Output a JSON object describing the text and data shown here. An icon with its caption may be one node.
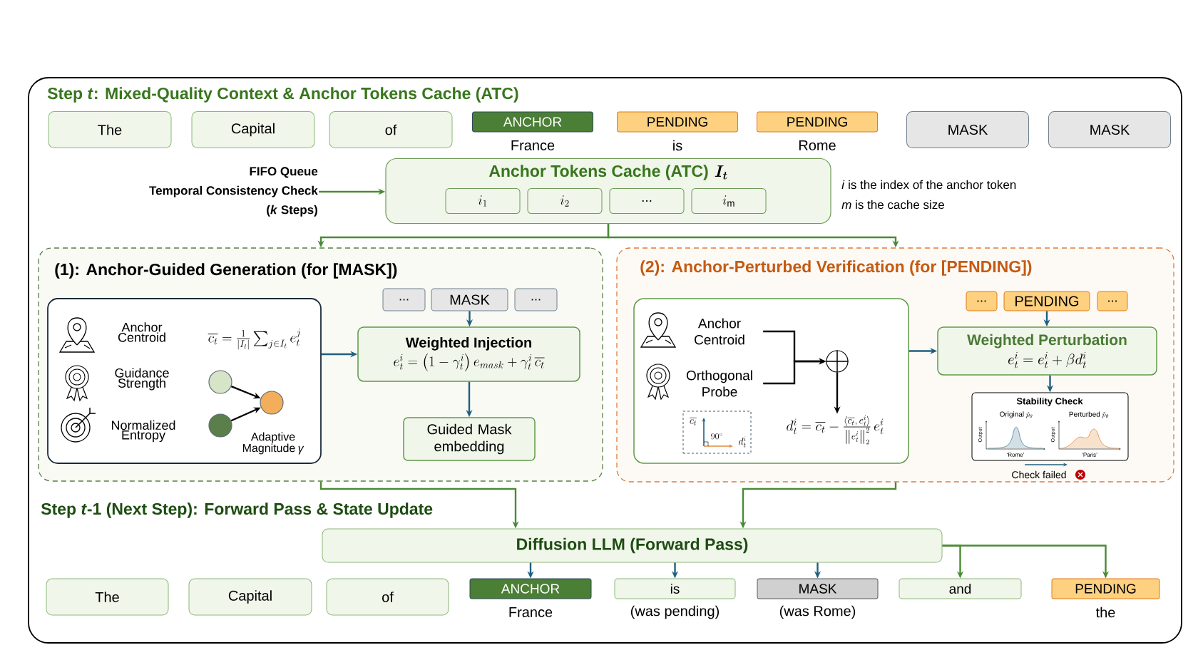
{
  "diagram": {
    "nodes": [
      {
        "text": [
          "The"
        ]
      },
      {
        "text": [
          "Capital"
        ]
      },
      {
        "text": [
          "of"
        ]
      },
      {
        "text": [
          "ANCHOR"
        ],
        "beside": [
          "France"
        ]
      },
      {
        "text": [
          "PENDING"
        ],
        "beside": [
          "is"
        ]
      },
      {
        "text": [
          "PENDING"
        ],
        "beside": [
          "Rome"
        ]
      },
      {
        "text": [
          "MASK"
        ]
      },
      {
        "text": [
          "MASK"
        ]
      },
      {
        "text": [
          "FIFO Queue",
          "Temporal Consistency Check",
          "(*k* Steps)"
        ]
      },
      {
        "text": [
          "Anchor Tokens Cache (ATC)",
          "\\boldsymbol{I_t}"
        ]
      },
      {
        "text": [
          "i_1"
        ],
        "in": 9
      },
      {
        "text": [
          "i_2"
        ],
        "in": 9
      },
      {
        "text": [
          "..."
        ],
        "in": 9
      },
      {
        "text": [
          "i_{\\mathrm{m}}"
        ],
        "in": 9
      },
      {
        "text": [
          "(1): Anchor-Guided Generation (for [MASK])"
        ]
      },
      {
        "text": [
          "Anchor Centroid",
          "\\overline{c_t}=\\frac{1}{|I_t|}\\sum_{j\\in I_t} e_t^j",
          "Guidance Strength",
          "Normalized Entropy",
          "Adaptive Magnitude *γ*"
        ],
        "in": 14
      },
      {
        "text": [],
        "shape": "circle",
        "in": 15
      },
      {
        "text": [],
        "shape": "circle",
        "in": 15
      },
      {
        "text": [],
        "shape": "circle",
        "in": 15
      },
      {
        "text": [
          "..."
        ],
        "in": 14
      },
      {
        "text": [
          "MASK"
        ],
        "in": 14
      },
      {
        "text": [
          "..."
        ],
        "in": 14
      },
      {
        "text": [
          "Weighted Injection",
          "e_t^i=\\left(1-\\gamma_t^i\\right)e_{mask}+\\gamma_t^i\\,\\overline{c_t}"
        ],
        "in": 14
      },
      {
        "text": [
          "Guided Mask embedding"
        ],
        "in": 14
      },
      {
        "text": [
          "(2): Anchor-Perturbed Verification (for [PENDING])"
        ]
      },
      {
        "text": [],
        "shape": "box",
        "in": 24
      },
      {
        "text": [
          "Anchor Centroid"
        ],
        "in": 25
      },
      {
        "text": [
          "Orthogonal Probe"
        ],
        "in": 25
      },
      {
        "text": [
          "\\overline{c_t}",
          "90^{\\circ}",
          "d_t^i"
        ],
        "in": 25
      },
      {
        "text": [],
        "shape": "circle",
        "in": 25
      },
      {
        "text": [
          "d_t^i=\\overline{c_t}-\\frac{\\langle\\overline{c_t},\\,e_t^i\\rangle}{\\left\\|e_t^i\\right\\|_2^2}\\,e_t^i"
        ],
        "in": 25
      },
      {
        "text": [
          "..."
        ],
        "in": 24
      },
      {
        "text": [
          "PENDING"
        ],
        "in": 24
      },
      {
        "text": [
          "..."
        ],
        "in": 24
      },
      {
        "text": [
          "Weighted Perturbation",
          "e_t^i=e_t^i+\\beta d_t^i"
        ],
        "in": 24
      },
      {
        "text": [
          "Stability Check",
          "\\mathrm{Original}\\ \\tilde{p}_{\\theta}",
          "Output",
          "‘Rome’",
          "\\mathrm{Perturbed}\\ \\tilde{p}_{\\theta}",
          "Output",
          "‘Paris’"
        ],
        "in": 24
      },
      {
        "text": [
          "Diffusion LLM (Forward Pass)"
        ]
      },
      {
        "text": [
          "The"
        ]
      },
      {
        "text": [
          "Capital"
        ]
      },
      {
        "text": [
          "of"
        ]
      },
      {
        "text": [
          "ANCHOR"
        ],
        "beside": [
          "France"
        ]
      },
      {
        "text": [
          "is"
        ],
        "beside": [
          "(was pending)"
        ]
      },
      {
        "text": [
          "MASK"
        ],
        "beside": [
          "(was Rome)"
        ]
      },
      {
        "text": [
          "and"
        ]
      },
      {
        "text": [
          "PENDING"
        ],
        "beside": [
          "the"
        ]
      }
    ],
    "edges": [
      {
        "from": 8,
        "to": 9,
        "arrow": "to",
        "color": "#4a8a35"
      },
      {
        "from": 9,
        "to": 14,
        "arrow": "to",
        "color": "#4a8a35"
      },
      {
        "from": 9,
        "to": 24,
        "arrow": "to",
        "color": "#4a8a35"
      },
      {
        "from": 16,
        "to": 18,
        "arrow": "to",
        "color": "#000000"
      },
      {
        "from": 17,
        "to": 18,
        "arrow": "to",
        "color": "#000000"
      },
      {
        "from": 20,
        "to": 22,
        "arrow": "to"
      },
      {
        "from": 15,
        "to": 22,
        "arrow": "to"
      },
      {
        "from": 22,
        "to": 23,
        "arrow": "to"
      },
      {
        "from": 26,
        "to": 29,
        "arrow": "to",
        "color": "#000000"
      },
      {
        "from": 27,
        "to": 29,
        "arrow": "to",
        "color": "#000000"
      },
      {
        "from": 29,
        "to": 30,
        "arrow": "to",
        "color": "#000000"
      },
      {
        "from": 32,
        "to": 34,
        "arrow": "to"
      },
      {
        "from": 25,
        "to": 34,
        "arrow": "to"
      },
      {
        "from": 34,
        "to": 35,
        "arrow": "to"
      },
      {
        "from": 14,
        "to": 36,
        "arrow": "to",
        "color": "#4a8a35"
      },
      {
        "from": 24,
        "to": 36,
        "arrow": "to",
        "color": "#4a8a35"
      },
      {
        "from": 36,
        "to": 40,
        "arrow": "to"
      },
      {
        "from": 36,
        "to": 41,
        "arrow": "to"
      },
      {
        "from": 36,
        "to": 42,
        "arrow": "to"
      },
      {
        "from": 36,
        "to": 43,
        "arrow": "to",
        "color": "#4a8a35"
      },
      {
        "from": 36,
        "to": 44,
        "arrow": "to",
        "color": "#4a8a35"
      }
    ],
    "labels": [
      "Step *t*: Mixed-Quality Context & Anchor Tokens Cache (ATC)",
      "*i* is the index of the anchor token",
      "*m* is the cache size",
      "Check failed",
      "Step *t*-1 (Next Step): Forward Pass & State Update"
    ]
  }
}
